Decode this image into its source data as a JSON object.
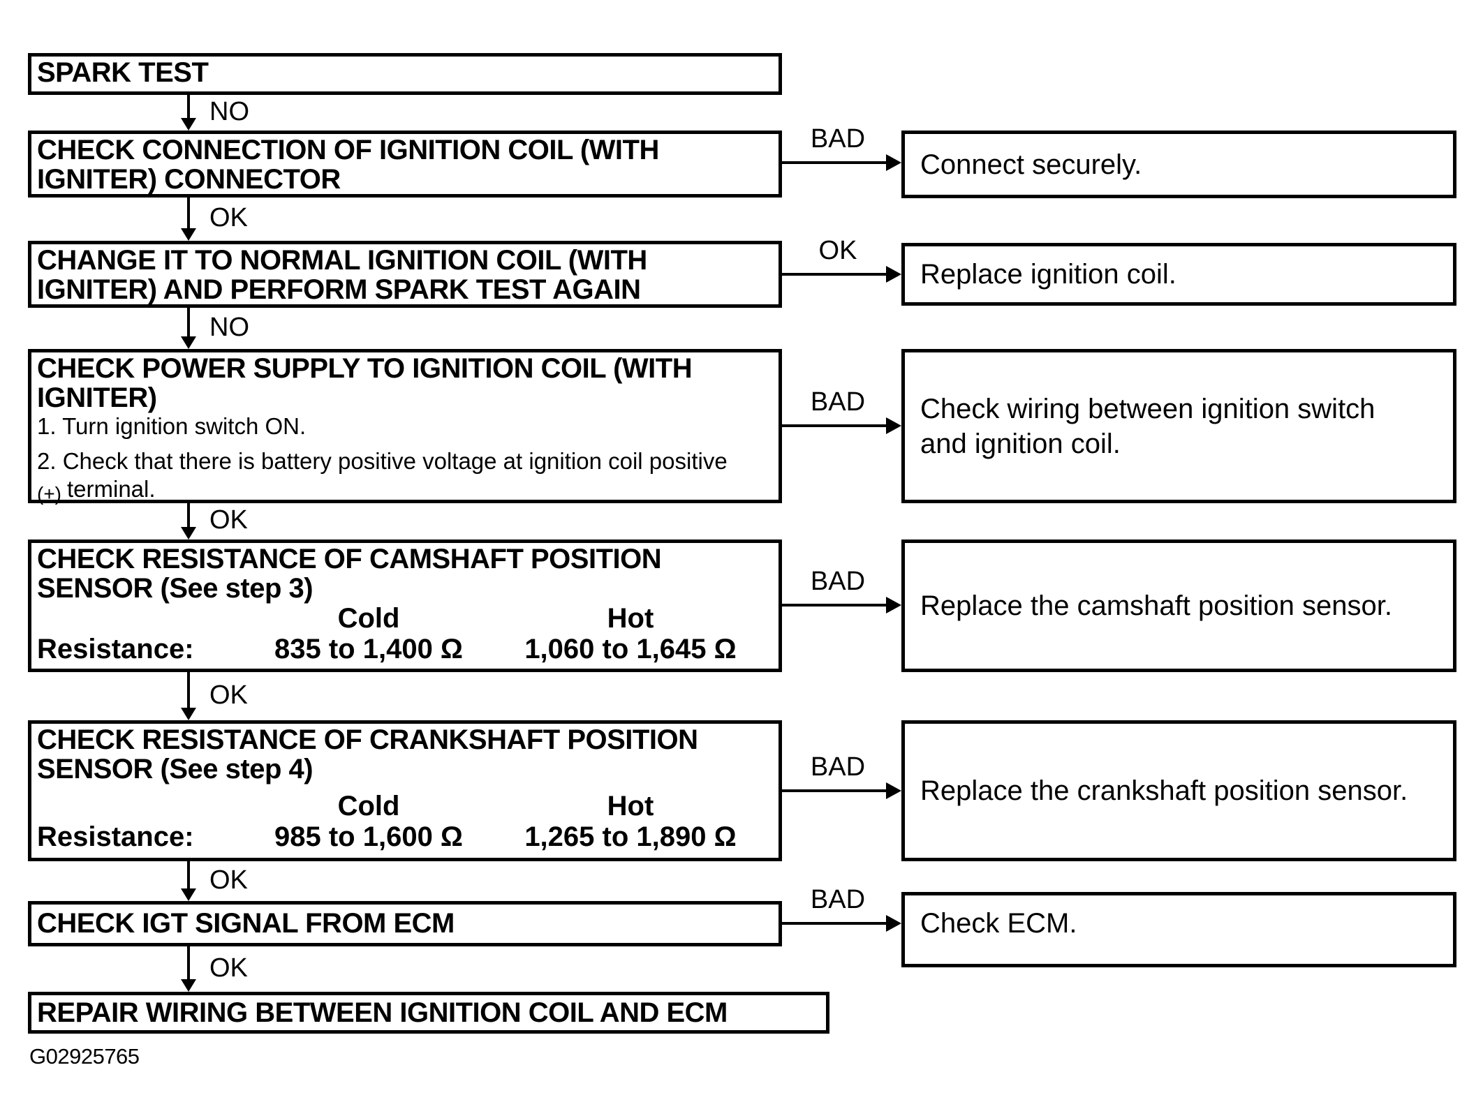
{
  "palette": {
    "ink": "#000000",
    "background": "#ffffff"
  },
  "figure_id": "G02925765",
  "steps": {
    "spark_test": {
      "line1": "SPARK TEST"
    },
    "check_connection": {
      "line1": "CHECK CONNECTION OF IGNITION COIL (WITH",
      "line2": "IGNITER) CONNECTOR"
    },
    "change_coil": {
      "line1": "CHANGE IT TO NORMAL IGNITION COIL (WITH",
      "line2": "IGNITER) AND PERFORM SPARK TEST AGAIN"
    },
    "power_supply": {
      "line1": "CHECK POWER SUPPLY TO IGNITION COIL (WITH",
      "line2": "IGNITER)",
      "step1": "1. Turn ignition switch ON.",
      "step2": "2. Check that there is battery positive voltage at ignition coil positive",
      "step3_symbol": "(+)",
      "step3_text": "terminal."
    },
    "camshaft_resistance": {
      "line1": "CHECK RESISTANCE OF CAMSHAFT POSITION",
      "line2": "SENSOR (See step 3)",
      "col_cold": "Cold",
      "col_hot": "Hot",
      "row_label": "Resistance:",
      "cold": "835 to 1,400 Ω",
      "hot": "1,060 to 1,645 Ω"
    },
    "crankshaft_resistance": {
      "line1": "CHECK RESISTANCE OF CRANKSHAFT POSITION",
      "line2": "SENSOR (See step 4)",
      "col_cold": "Cold",
      "col_hot": "Hot",
      "row_label": "Resistance:",
      "cold": "985 to 1,600 Ω",
      "hot": "1,265 to 1,890 Ω"
    },
    "igt_signal": {
      "line1": "CHECK IGT SIGNAL FROM ECM"
    },
    "repair_wiring": {
      "line1": "REPAIR WIRING BETWEEN IGNITION COIL AND ECM"
    }
  },
  "results": {
    "connect_securely": "Connect securely.",
    "replace_ignition_coil": "Replace ignition coil.",
    "check_wiring_line1": "Check wiring between ignition switch",
    "check_wiring_line2": "and ignition coil.",
    "replace_camshaft_sensor": "Replace the camshaft position sensor.",
    "replace_crankshaft_sensor": "Replace the crankshaft position sensor.",
    "check_ecm": "Check ECM."
  },
  "flow_labels": {
    "v1": "NO",
    "v2": "OK",
    "v3": "NO",
    "v4": "OK",
    "v5": "OK",
    "v6": "OK",
    "v7": "OK",
    "b1": "BAD",
    "b2": "OK",
    "b3": "BAD",
    "b4": "BAD",
    "b5": "BAD",
    "b6": "BAD"
  }
}
